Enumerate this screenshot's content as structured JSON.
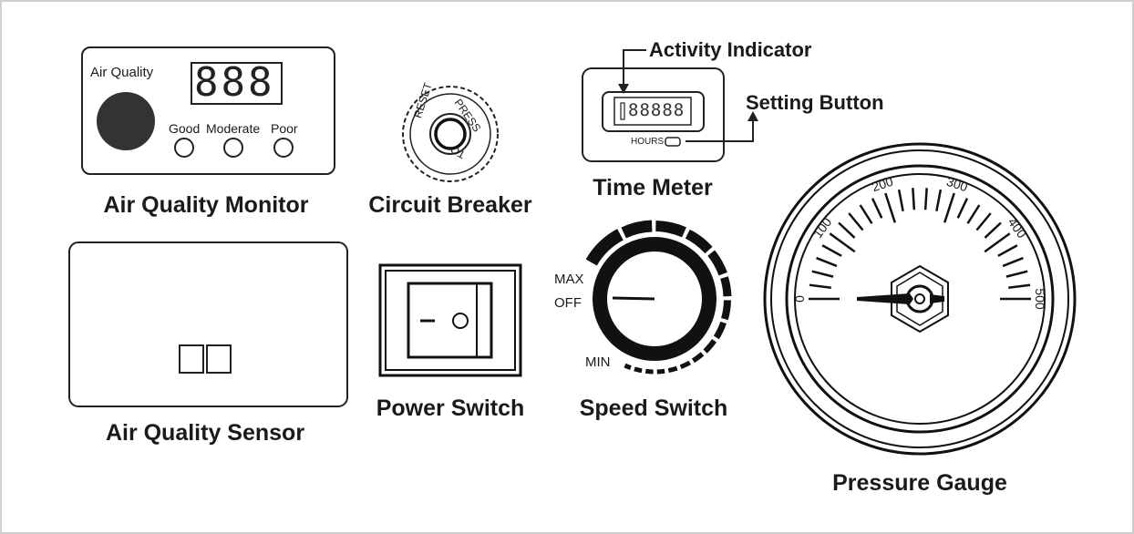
{
  "air_quality_monitor": {
    "panel_label": "Air Quality",
    "display": "888",
    "indicators": [
      "Good",
      "Moderate",
      "Poor"
    ],
    "title": "Air Quality Monitor"
  },
  "circuit_breaker": {
    "ring_text_reset": "RESET",
    "ring_text_press": "PRESS",
    "ring_text_to": "TO",
    "title": "Circuit Breaker"
  },
  "time_meter": {
    "display": "88888",
    "hours_label": "HOURS",
    "activity_indicator_label": "Activity Indicator",
    "setting_button_label": "Setting Button",
    "title": "Time Meter"
  },
  "air_quality_sensor": {
    "title": "Air Quality Sensor"
  },
  "power_switch": {
    "title": "Power Switch"
  },
  "speed_switch": {
    "label_max": "MAX",
    "label_off": "OFF",
    "label_min": "MIN",
    "title": "Speed Switch"
  },
  "pressure_gauge": {
    "scale_labels": [
      "0",
      "100",
      "200",
      "300",
      "400",
      "500"
    ],
    "title": "Pressure Gauge"
  }
}
